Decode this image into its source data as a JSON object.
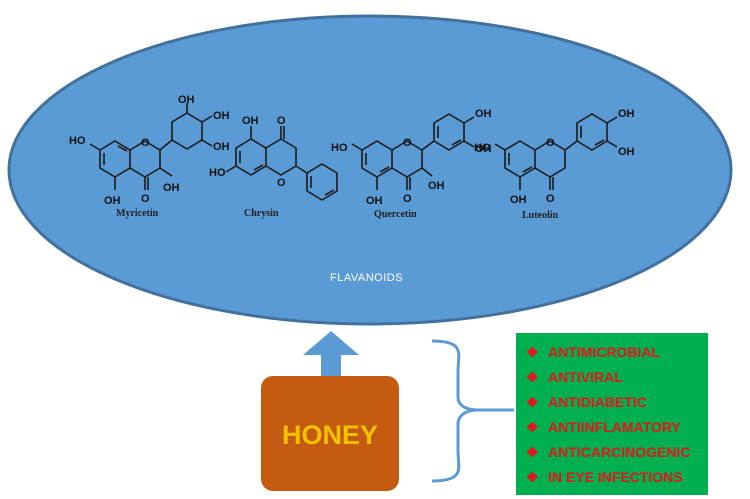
{
  "ellipse": {
    "label": "FLAVANOIDS",
    "fill": "#5b9bd5",
    "stroke": "#41719c"
  },
  "molecules": [
    {
      "name": "Myricetin",
      "atoms": [
        "HO",
        "OH",
        "OH",
        "OH",
        "OH",
        "OH",
        "O",
        "O"
      ]
    },
    {
      "name": "Chrysin",
      "atoms": [
        "OH",
        "O",
        "HO",
        "O"
      ]
    },
    {
      "name": "Quercetin",
      "atoms": [
        "HO",
        "OH",
        "OH",
        "OH",
        "OH",
        "O",
        "O"
      ]
    },
    {
      "name": "Luteolin",
      "atoms": [
        "HO",
        "OH",
        "OH",
        "OH",
        "O",
        "O"
      ]
    }
  ],
  "source": {
    "label": "HONEY",
    "fill": "#c55a11",
    "text_color": "#f2c200"
  },
  "arrow": {
    "fill": "#5b9bd5"
  },
  "properties": {
    "fill": "#00b050",
    "text_color": "#e8141b",
    "bullet": "❖",
    "items": [
      "ANTIMICROBIAL",
      "ANTIVIRAL",
      "ANTIDIABETIC",
      "ANTIINFLAMATORY",
      "ANTICARCINOGENIC",
      "IN EYE INFECTIONS"
    ]
  }
}
